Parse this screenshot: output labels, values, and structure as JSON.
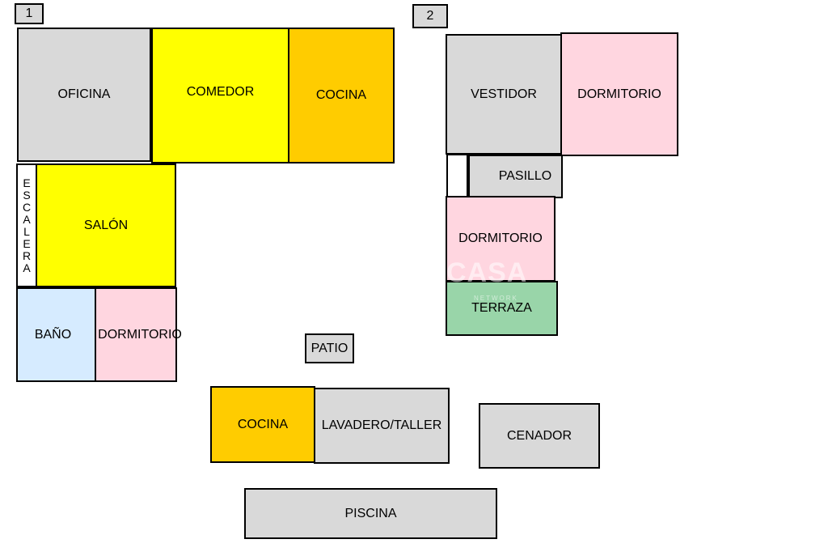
{
  "colors": {
    "gray": "#d9d9d9",
    "yellow": "#ffff00",
    "orange": "#ffcc00",
    "pink": "#ffd6e0",
    "blue": "#d6ebff",
    "green": "#99d5a9",
    "white": "#ffffff"
  },
  "floors": {
    "f1": "1",
    "f2": "2"
  },
  "floor1": {
    "oficina": "OFICINA",
    "comedor": "COMEDOR",
    "cocina": "COCINA",
    "escalera": "ESCALERA",
    "salon": "SALÓN",
    "bano": "BAÑO",
    "dormitorio": "DORMITORIO"
  },
  "floor2": {
    "vestidor": "VESTIDOR",
    "dormitorio_a": "DORMITORIO",
    "pasillo": "PASILLO",
    "dormitorio_b": "DORMITORIO",
    "terraza": "TERRAZA"
  },
  "exterior": {
    "patio": "PATIO",
    "cocina": "COCINA",
    "lavadero": "LAVADERO/TALLER",
    "cenador": "CENADOR",
    "piscina": "PISCINA"
  }
}
